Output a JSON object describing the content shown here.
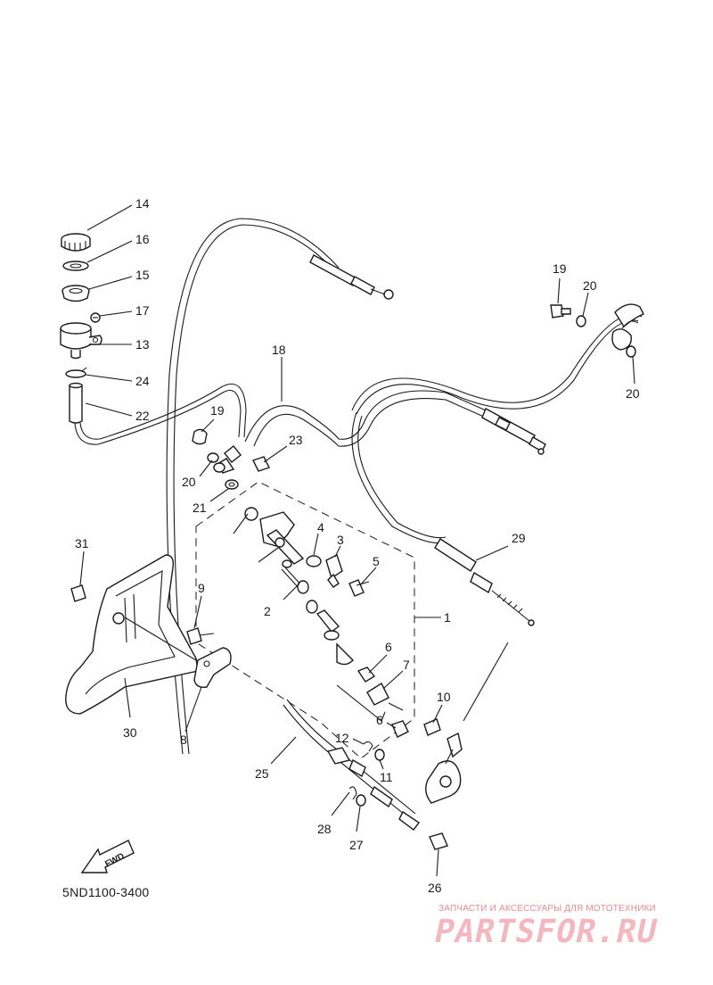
{
  "diagram_code": "5ND1100-3400",
  "fwd_label": "FWD",
  "watermark": {
    "tagline": "ЗАПЧАСТИ И АКСЕССУАРЫ ДЛЯ МОТОТЕХНИКИ",
    "brand": "PARTSFOR.RU"
  },
  "callouts": {
    "c14": "14",
    "c16": "16",
    "c15": "15",
    "c17": "17",
    "c13": "13",
    "c24": "24",
    "c22": "22",
    "c19a": "19",
    "c20a": "20",
    "c20b": "20",
    "c18": "18",
    "c19b": "19",
    "c23": "23",
    "c20c": "20",
    "c21": "21",
    "c4": "4",
    "c3": "3",
    "c5": "5",
    "c29": "29",
    "c2": "2",
    "c1": "1",
    "c31": "31",
    "c9": "9",
    "c30": "30",
    "c8": "8",
    "c6a": "6",
    "c7": "7",
    "c6b": "6",
    "c10": "10",
    "c12": "12",
    "c11": "11",
    "c25": "25",
    "c28": "28",
    "c27": "27",
    "c26": "26"
  }
}
